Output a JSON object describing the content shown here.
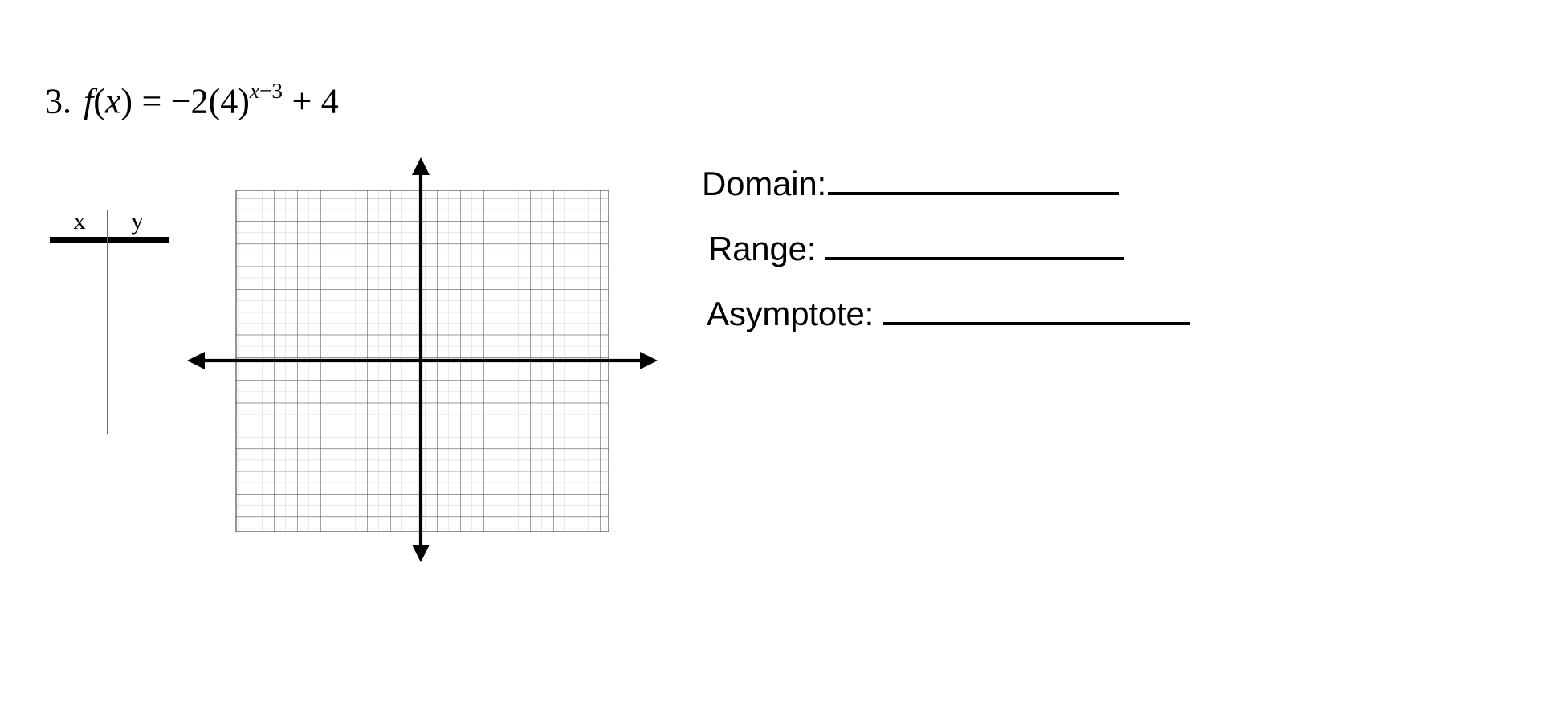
{
  "worksheet": {
    "problem": {
      "number": "3.",
      "equation_plain": "f(x) = −2(4)^(x−3) + 4",
      "fn_name": "f",
      "open_paren": "(",
      "fn_arg": "x",
      "close_paren": ")",
      "equals": "=",
      "coefficient": "−2",
      "base_open": "(",
      "base": "4",
      "base_close": ")",
      "exponent_var": "x",
      "exponent_op": "−",
      "exponent_const": "3",
      "plus": "+",
      "constant": "4"
    },
    "value_table": {
      "header_x": "x",
      "header_y": "y",
      "rows": []
    },
    "answers": [
      {
        "label": "Domain:",
        "value": ""
      },
      {
        "label": "Range:",
        "value": ""
      },
      {
        "label": "Asymptote:",
        "value": ""
      }
    ],
    "colors": {
      "ink": "#000000",
      "grid_major": "#4d4d4d",
      "grid_minor": "#b8b8b8",
      "table_rule": "#6b6b6b",
      "paper": "#ffffff"
    }
  },
  "chart_data": {
    "type": "line",
    "title": "",
    "xlabel": "",
    "ylabel": "",
    "xlim": [
      -8,
      8
    ],
    "ylim": [
      -7,
      8
    ],
    "grid": true,
    "minor_grid": true,
    "major_step": 1,
    "minor_per_major": 2,
    "legend": "none",
    "axes": {
      "x_axis_arrowheads": [
        "left",
        "right"
      ],
      "y_axis_arrowheads": [
        "up",
        "down"
      ],
      "x_axis_at_y": 0,
      "y_axis_at_x": 0,
      "tick_labels_x": [],
      "tick_labels_y": []
    },
    "series": [],
    "annotations": [],
    "note": "Blank coordinate grid provided for the student to plot f(x) = -2(4)^(x-3) + 4"
  }
}
